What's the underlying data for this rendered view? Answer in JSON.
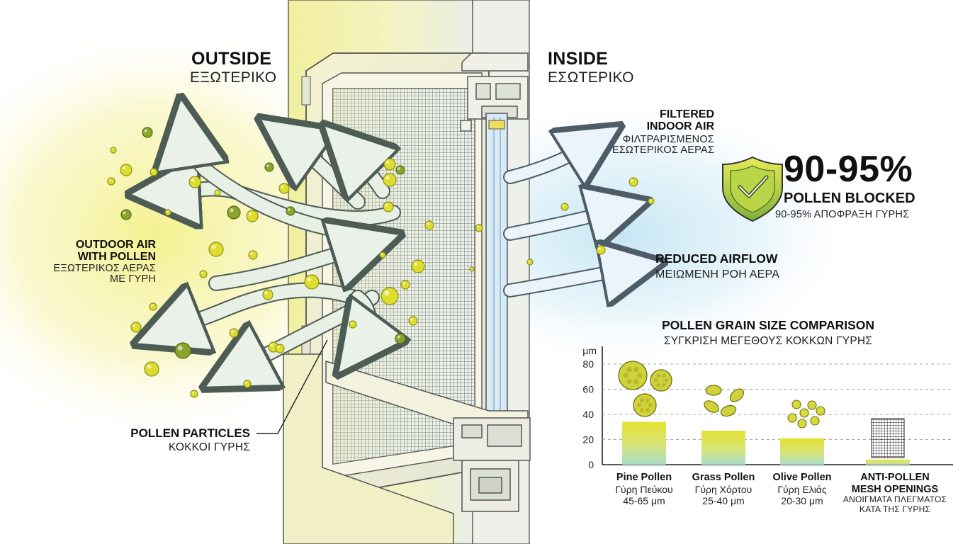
{
  "labels": {
    "outside_en": "OUTSIDE",
    "outside_gr": "ΕΞΩΤΕΡΙΚΟ",
    "inside_en": "INSIDE",
    "inside_gr": "ΕΣΩΤΕΡΙΚΟ",
    "outdoor_air_en_1": "OUTDOOR AIR",
    "outdoor_air_en_2": "WITH POLLEN",
    "outdoor_air_gr_1": "ΕΞΩΤΕΡΙΚΟΣ ΑΕΡΑΣ",
    "outdoor_air_gr_2": "ΜΕ ΓΥΡΗ",
    "pollen_particles_en": "POLLEN PARTICLES",
    "pollen_particles_gr": "ΚΟΚΚΟΙ ΓΥΡΗΣ",
    "filtered_en_1": "FILTERED",
    "filtered_en_2": "INDOOR AIR",
    "filtered_gr_1": "ΦΙΛΤΡΑΡΙΣΜΕΝΟΣ",
    "filtered_gr_2": "ΕΣΩΤΕΡΙΚΟΣ ΑΕΡΑΣ",
    "blocked_pct": "90-95%",
    "blocked_en": "POLLEN BLOCKED",
    "blocked_gr": "90-95% ΑΠΟΦΡΑΞΗ ΓΥΡΗΣ",
    "reduced_en": "REDUCED AIRFLOW",
    "reduced_gr": "ΜΕΙΩΜΕΝΗ ΡΟΗ ΑΕΡΑ"
  },
  "icons": {
    "shield": "shield-check-icon",
    "mesh": "mesh-grid-icon"
  },
  "colors": {
    "pollen_yellow": "#d9dd2a",
    "pollen_green": "#7a9a22",
    "airflow_blue": "#bfe3f2",
    "shield_green": "#9cc23a"
  },
  "chart_data": {
    "type": "bar",
    "title": "POLLEN GRAIN SIZE COMPARISON",
    "subtitle": "ΣΥΓΚΡΙΣΗ ΜΕΓΕΘΟΥΣ ΚΟΚΚΩΝ ΓΥΡΗΣ",
    "ylabel": "μm",
    "ylim": [
      0,
      80
    ],
    "yticks": [
      "0",
      "20",
      "40",
      "60",
      "80"
    ],
    "grid": true,
    "categories": [
      {
        "en": "Pine Pollen",
        "gr": "Γύρη Πεύκου",
        "range": "45-65 μm"
      },
      {
        "en": "Grass Pollen",
        "gr": "Γύρη Χόρτου",
        "range": "25-40 μm"
      },
      {
        "en": "Olive Pollen",
        "gr": "Γύρη Ελιάς",
        "range": "20-30 μm"
      },
      {
        "en_1": "ANTI-POLLEN",
        "en_2": "MESH OPENINGS",
        "gr_1": "ΑΝΟΙΓΜΑΤΑ ΠΛΕΓΜΑΤΟΣ",
        "gr_2": "ΚΑΤΑ ΤΗΣ ΓΥΡΗΣ"
      }
    ],
    "values": [
      34,
      27,
      21,
      4
    ]
  }
}
